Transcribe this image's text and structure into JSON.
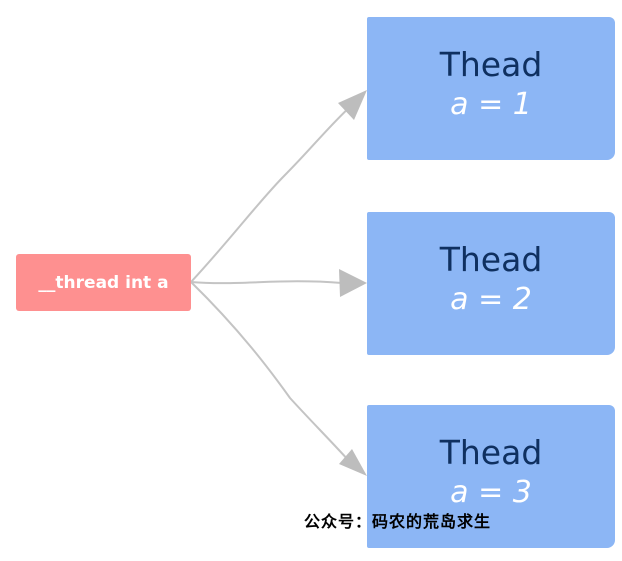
{
  "source": {
    "label": "__thread int a"
  },
  "threads": [
    {
      "title": "Thead",
      "value": "a = 1"
    },
    {
      "title": "Thead",
      "value": "a = 2"
    },
    {
      "title": "Thead",
      "value": "a = 3"
    }
  ],
  "watermark": "公众号：码农的荒岛求生",
  "colors": {
    "source": "#fe9090",
    "thread": "#8cb6f5",
    "arrow": "#bfbfbf"
  }
}
